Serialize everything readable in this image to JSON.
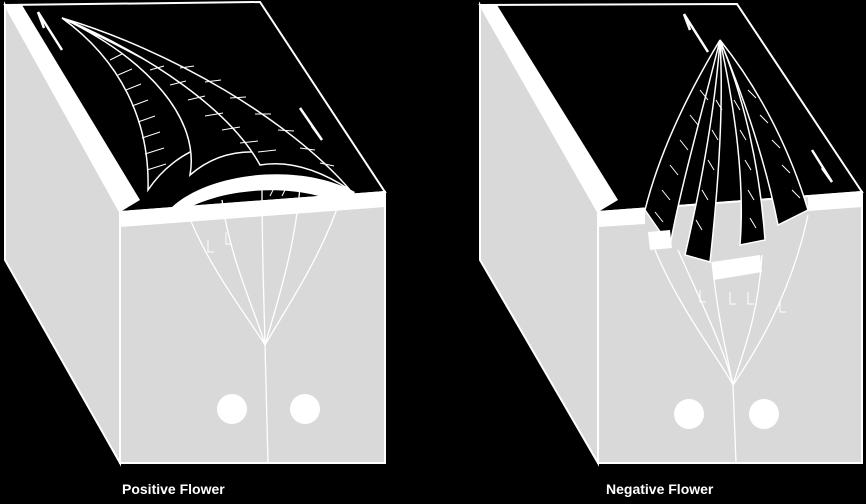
{
  "panels": [
    {
      "caption": "Positive Flower",
      "structure": "positive-flower",
      "motion": "strike-slip-arrows"
    },
    {
      "caption": "Negative Flower",
      "structure": "negative-flower",
      "motion": "strike-slip-arrows"
    }
  ],
  "colors": {
    "background": "#000000",
    "block_face": "#d9d9d9",
    "block_edge": "#ffffff",
    "fault_line": "#ffffff",
    "fault_sliver_fill": "#000000",
    "hatch": "#ffffff"
  }
}
